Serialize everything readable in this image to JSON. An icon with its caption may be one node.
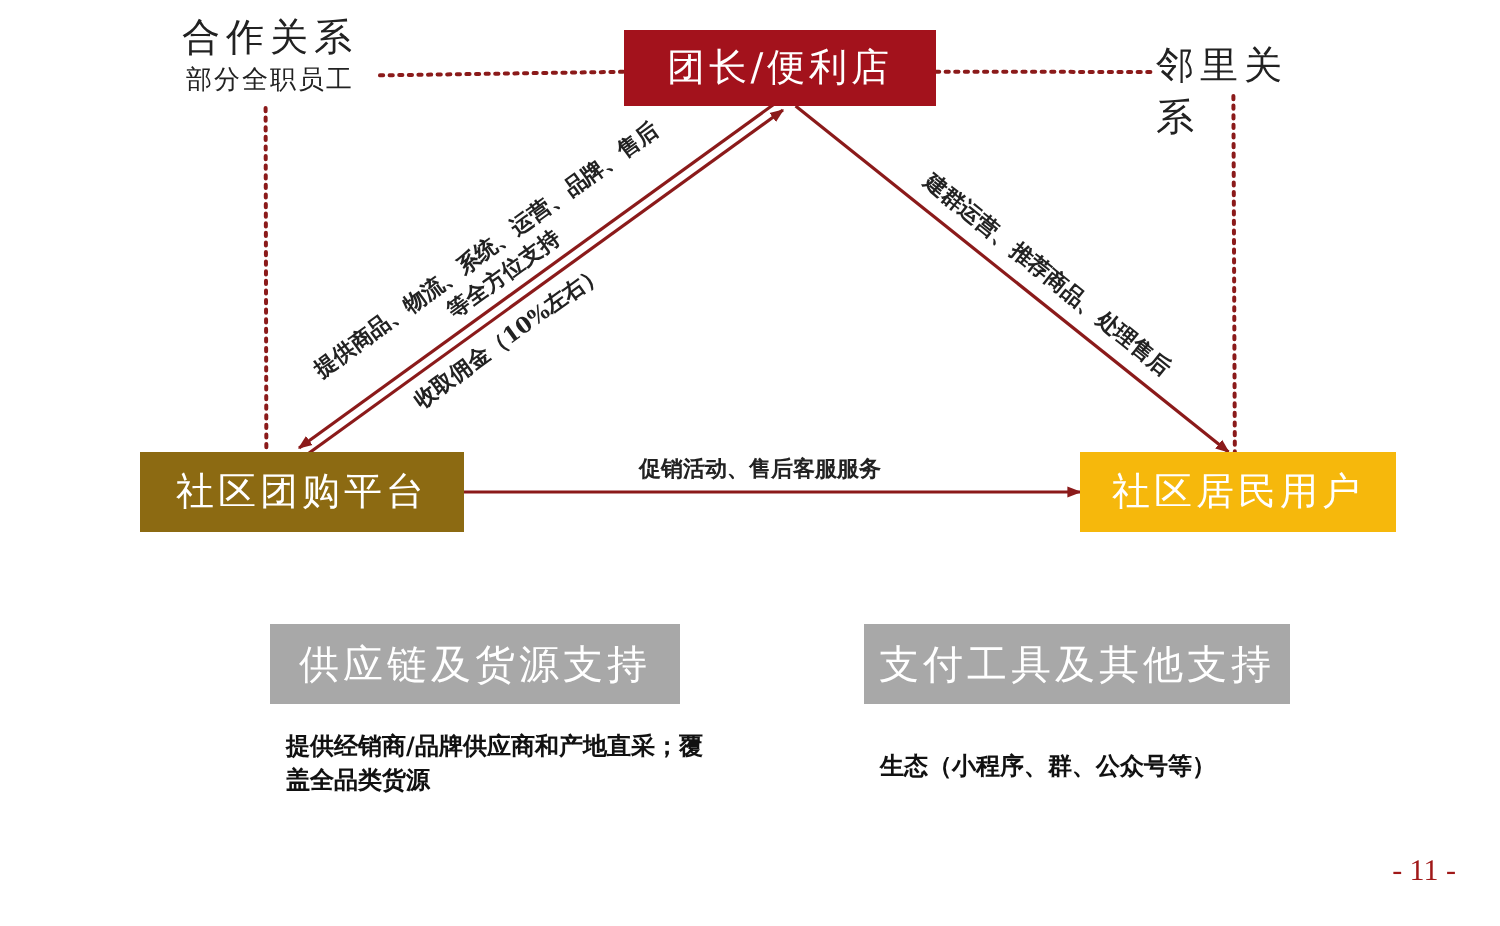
{
  "diagram": {
    "nodes": [
      {
        "text": [
          "合作关系",
          "部分全职员工"
        ]
      },
      {
        "text": [
          "团长/便利店"
        ]
      },
      {
        "text": [
          "邻里关系"
        ]
      },
      {
        "text": [
          "社区团购平台"
        ]
      },
      {
        "text": [
          "社区居民用户"
        ]
      },
      {
        "text": [
          "供应链及货源支持"
        ],
        "beside": [
          "提供经销商/品牌供应商和产地直采；覆盖全品类货源"
        ]
      },
      {
        "text": [
          "支付工具及其他支持"
        ],
        "beside": [
          "生态（小程序、群、公众号等）"
        ]
      }
    ],
    "edges": [
      {
        "from": 0,
        "to": 1,
        "arrow": "none",
        "style": "dashed"
      },
      {
        "from": 1,
        "to": 2,
        "arrow": "none",
        "style": "dashed"
      },
      {
        "from": 0,
        "to": 3,
        "arrow": "none",
        "style": "dashed"
      },
      {
        "from": 2,
        "to": 4,
        "arrow": "none",
        "style": "dashed"
      },
      {
        "from": 3,
        "to": 1,
        "arrow": "to",
        "label": "提供商品、物流、系统、运营、品牌、售后等全方位支持"
      },
      {
        "from": 1,
        "to": 3,
        "arrow": "to",
        "label": "收取佣金（10%左右）"
      },
      {
        "from": 1,
        "to": 4,
        "arrow": "to",
        "label": "建群运营、推荐商品、处理售后"
      },
      {
        "from": 3,
        "to": 4,
        "arrow": "to",
        "label": "促销活动、售后客服服务"
      }
    ],
    "labels": [
      "- 11 -"
    ]
  }
}
